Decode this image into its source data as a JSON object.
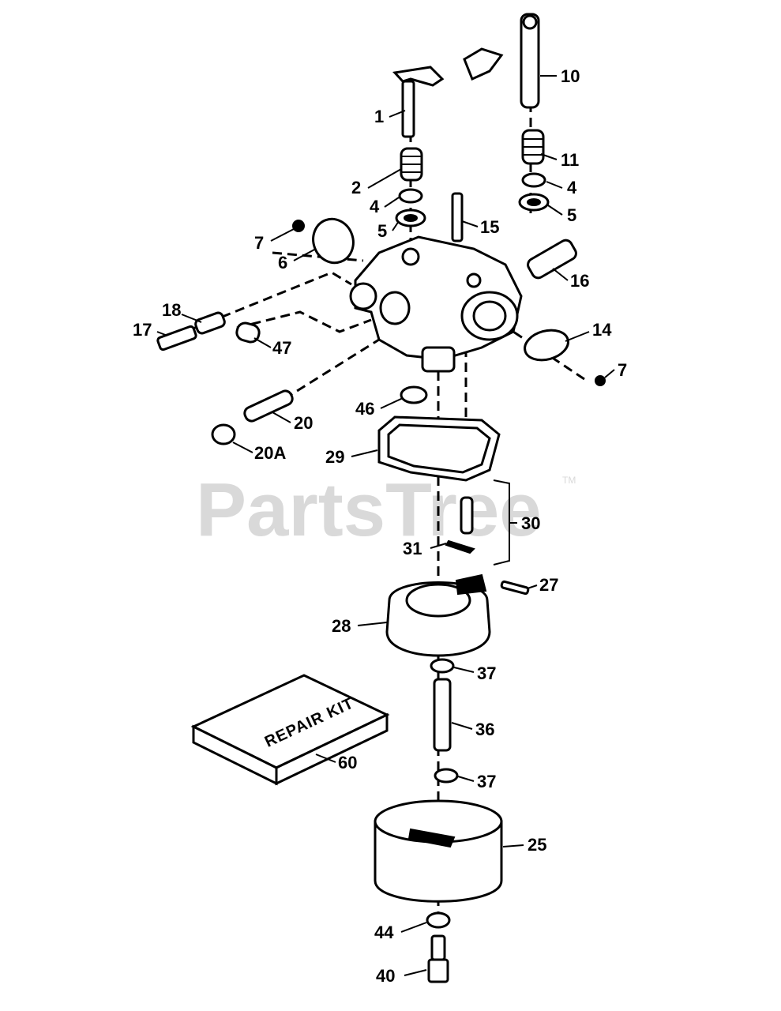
{
  "watermark": {
    "text": "PartsTree",
    "trademark": "TM"
  },
  "repair_kit_text": "REPAIR KIT",
  "callouts": [
    {
      "id": "c1",
      "text": "1"
    },
    {
      "id": "c10",
      "text": "10"
    },
    {
      "id": "c11",
      "text": "11"
    },
    {
      "id": "c2",
      "text": "2"
    },
    {
      "id": "c4a",
      "text": "4"
    },
    {
      "id": "c4b",
      "text": "4"
    },
    {
      "id": "c5a",
      "text": "5"
    },
    {
      "id": "c5b",
      "text": "5"
    },
    {
      "id": "c15",
      "text": "15"
    },
    {
      "id": "c7a",
      "text": "7"
    },
    {
      "id": "c6",
      "text": "6"
    },
    {
      "id": "c16",
      "text": "16"
    },
    {
      "id": "c18",
      "text": "18"
    },
    {
      "id": "c17",
      "text": "17"
    },
    {
      "id": "c47",
      "text": "47"
    },
    {
      "id": "c14",
      "text": "14"
    },
    {
      "id": "c7b",
      "text": "7"
    },
    {
      "id": "c46",
      "text": "46"
    },
    {
      "id": "c20",
      "text": "20"
    },
    {
      "id": "c20a",
      "text": "20A"
    },
    {
      "id": "c29",
      "text": "29"
    },
    {
      "id": "c30",
      "text": "30"
    },
    {
      "id": "c31",
      "text": "31"
    },
    {
      "id": "c27",
      "text": "27"
    },
    {
      "id": "c28",
      "text": "28"
    },
    {
      "id": "c37a",
      "text": "37"
    },
    {
      "id": "c36",
      "text": "36"
    },
    {
      "id": "c37b",
      "text": "37"
    },
    {
      "id": "c60",
      "text": "60"
    },
    {
      "id": "c25",
      "text": "25"
    },
    {
      "id": "c44",
      "text": "44"
    },
    {
      "id": "c40",
      "text": "40"
    }
  ]
}
